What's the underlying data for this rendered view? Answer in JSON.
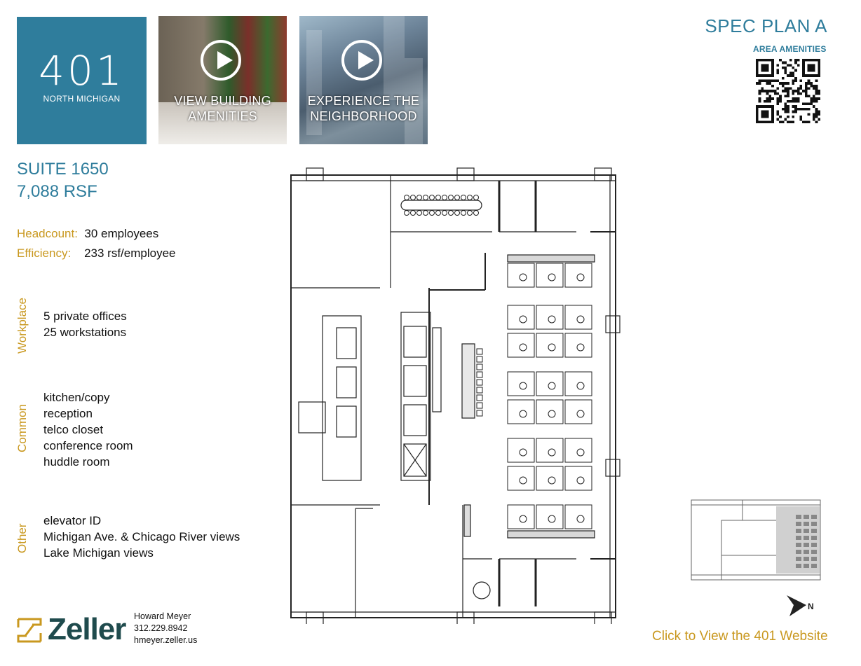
{
  "building": {
    "number": "401",
    "name": "NORTH MICHIGAN"
  },
  "videos": [
    {
      "label_line1": "VIEW BUILDING",
      "label_line2": "AMENITIES"
    },
    {
      "label_line1": "EXPERIENCE THE",
      "label_line2": "NEIGHBORHOOD"
    }
  ],
  "header": {
    "plan_title": "SPEC PLAN A",
    "amenities_link": "AREA AMENITIES"
  },
  "suite": {
    "name": "SUITE 1650",
    "area": "7,088 RSF"
  },
  "stats": {
    "headcount_label": "Headcount:",
    "headcount_value": "30 employees",
    "efficiency_label": "Efficiency:",
    "efficiency_value": "233 rsf/employee"
  },
  "sections": [
    {
      "title": "Workplace",
      "items": [
        "5 private offices",
        "25 workstations"
      ]
    },
    {
      "title": "Common",
      "items": [
        "kitchen/copy",
        "reception",
        "telco closet",
        "conference room",
        "huddle room"
      ]
    },
    {
      "title": "Other",
      "items": [
        "elevator ID",
        "Michigan Ave. & Chicago River views",
        "Lake Michigan views"
      ]
    }
  ],
  "company": {
    "name": "Zeller"
  },
  "contact": {
    "name": "Howard Meyer",
    "phone": "312.229.8942",
    "web": "hmeyer.zeller.us"
  },
  "website_link": "Click to View the 401 Website",
  "compass_label": "N",
  "colors": {
    "brand_blue": "#2f7d9c",
    "accent_gold": "#c9981f",
    "zeller_green": "#1f4b4d"
  }
}
